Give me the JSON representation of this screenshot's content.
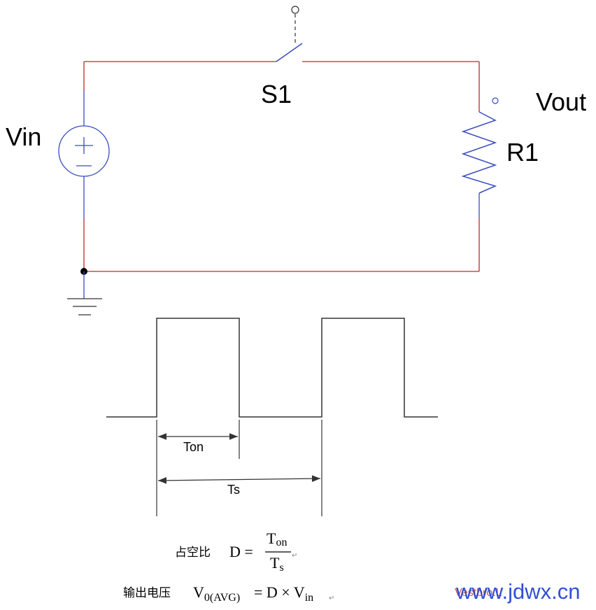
{
  "circuit": {
    "switch_label": "S1",
    "source_label": "Vin",
    "resistor_label": "R1",
    "output_label": "Vout",
    "source_plus": "+",
    "source_minus": "−"
  },
  "waveform": {
    "ton_label": "Ton",
    "ts_label": "Ts"
  },
  "formulas": {
    "duty_label": "占空比",
    "duty_lhs": "D =",
    "duty_num_base": "T",
    "duty_num_sub": "on",
    "duty_den_base": "T",
    "duty_den_sub": "s",
    "avg_label": "输出电压",
    "avg_lhs_base": "V",
    "avg_lhs_sub": "0(AVG)",
    "avg_rhs": "= D × V",
    "avg_rhs_sub": "in",
    "return_mark": "↵"
  },
  "watermark": {
    "small_text": "Vestbro.L",
    "site_text": "www.jdwx.cn"
  },
  "colors": {
    "wire_red": "#c0272d",
    "wire_blue": "#3b4cc0",
    "waveform": "#333333",
    "site_blue": "#1a3fd0"
  }
}
